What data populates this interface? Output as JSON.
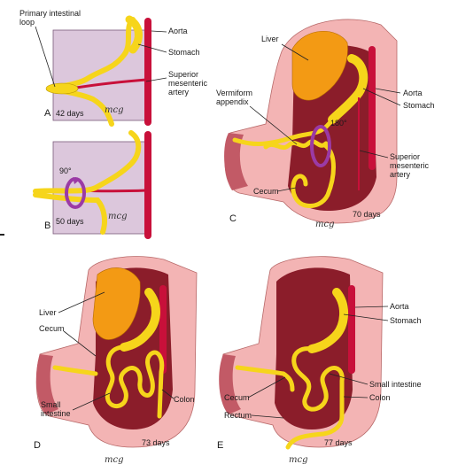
{
  "panels": {
    "A": {
      "letter": "A",
      "days": "42 days",
      "labels": {
        "primary_loop": "Primary intestinal\nloop",
        "aorta": "Aorta",
        "stomach": "Stomach",
        "sma": "Superior\nmesenteric\nartery"
      }
    },
    "B": {
      "letter": "B",
      "days": "50 days",
      "rotation": "90°"
    },
    "C": {
      "letter": "C",
      "days": "70 days",
      "rotation": "180°",
      "labels": {
        "liver": "Liver",
        "appendix": "Vermiform\nappendix",
        "aorta": "Aorta",
        "stomach": "Stomach",
        "sma": "Superior\nmesenteric\nartery",
        "cecum": "Cecum"
      }
    },
    "D": {
      "letter": "D",
      "days": "73 days",
      "labels": {
        "liver": "Liver",
        "cecum": "Cecum",
        "small_intestine": "Small\nintestine",
        "colon": "Colon"
      }
    },
    "E": {
      "letter": "E",
      "days": "77 days",
      "labels": {
        "aorta": "Aorta",
        "stomach": "Stomach",
        "small_intestine": "Small intestine",
        "cecum": "Cecum",
        "colon": "Colon",
        "rectum": "Rectum"
      }
    }
  },
  "signature": "mcg",
  "colors": {
    "lavender": "#dcc7dc",
    "pink": "#f3b4b4",
    "dark_red": "#8b1d2a",
    "artery": "#c8103a",
    "yellow": "#f6d51b",
    "orange": "#f39a14"
  }
}
